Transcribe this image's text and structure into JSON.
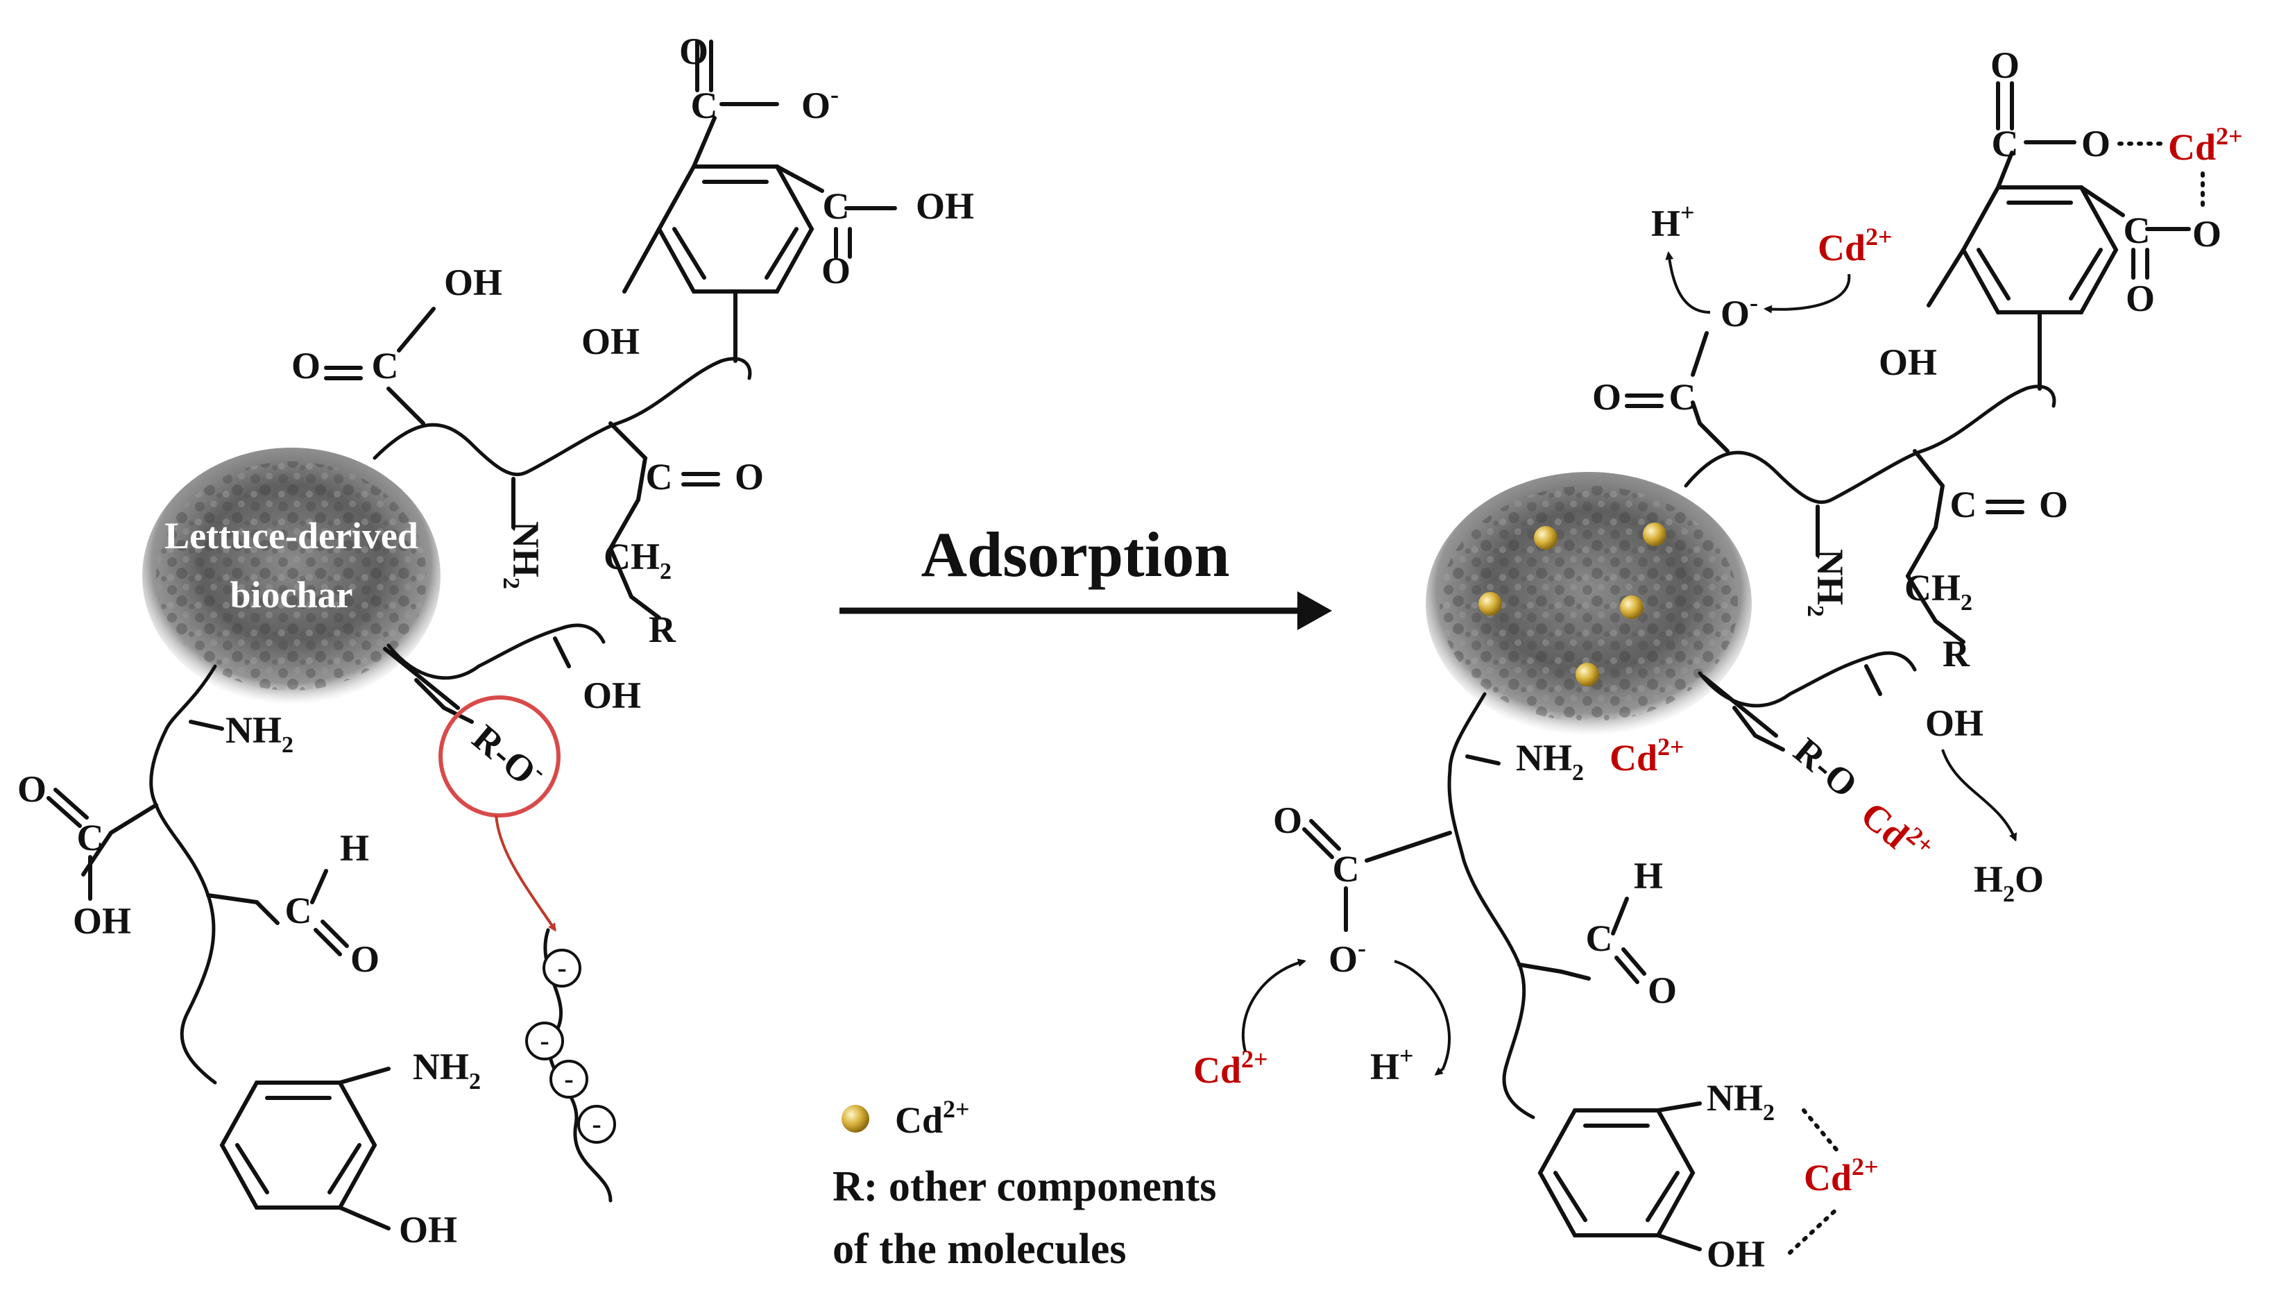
{
  "biochar_label": {
    "line1": "Lettuce-derived",
    "line2": "biochar"
  },
  "process_label": "Adsorption",
  "legend": {
    "ion_label": "Cd",
    "ion_charge": "2+",
    "r_note_line1": "R: other components",
    "r_note_line2": "of the molecules"
  },
  "groups": {
    "carbon": "C",
    "oxygen": "O",
    "hydrogen": "H",
    "hydroxyl": "OH",
    "amine": "NH",
    "methylene": "CH",
    "r_group": "R",
    "r_oxide": "R-O",
    "water": "H",
    "water_o": "O",
    "sub_2": "2",
    "proton": "H",
    "plus": "+",
    "minus": "-",
    "cadmium": "Cd",
    "cd_charge": "2+"
  },
  "colors": {
    "cadmium_text": "#c00000",
    "highlight_circle": "#d84a4a",
    "particle": "#d8b13a",
    "ink": "#111111"
  }
}
